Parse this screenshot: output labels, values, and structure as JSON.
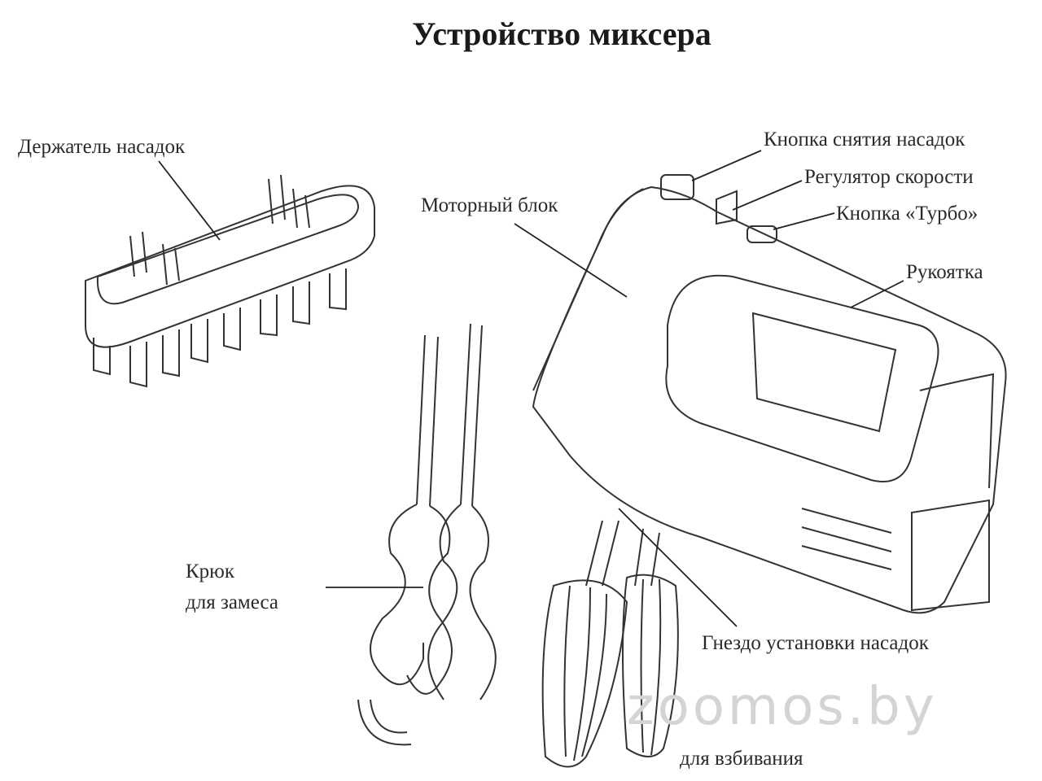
{
  "title": "Устройство миксера",
  "labels": {
    "holder": "Держатель насадок",
    "motor": "Моторный блок",
    "eject_button": "Кнопка снятия насадок",
    "speed": "Регулятор скорости",
    "turbo": "Кнопка «Турбо»",
    "handle": "Рукоятка",
    "hook_line1": "Крюк",
    "hook_line2": "для замеса",
    "socket": "Гнездо установки насадок",
    "whisk": "для взбивания"
  },
  "watermark": "zoomos.by"
}
